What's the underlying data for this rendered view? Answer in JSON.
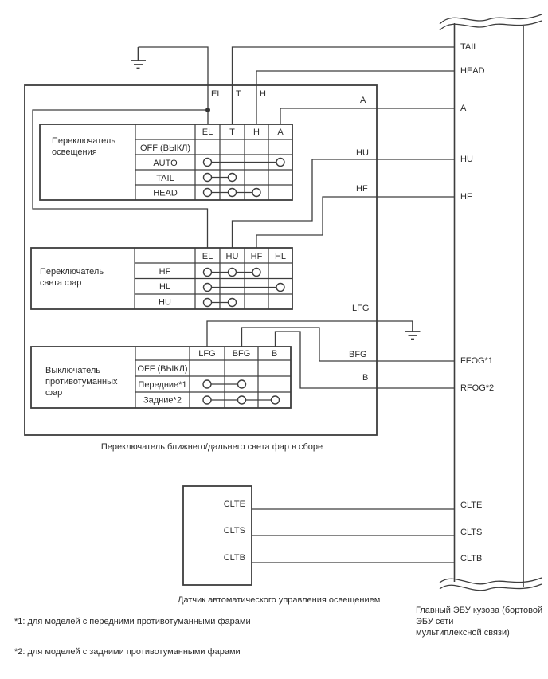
{
  "pins": {
    "el": "EL",
    "t": "T",
    "h": "H",
    "a": "A",
    "hu": "HU",
    "hf": "HF",
    "lfg": "LFG",
    "bfg": "BFG",
    "b": "B"
  },
  "bus": {
    "p_tail": "TAIL",
    "p_head": "HEAD",
    "p_a": "A",
    "p_hu": "HU",
    "p_hf": "HF",
    "p_ffog": "FFOG*1",
    "p_rfog": "RFOG*2",
    "p_clte": "CLTE",
    "p_clts": "CLTS",
    "p_cltb": "CLTB"
  },
  "t1": {
    "title1": "Переключатель",
    "title2": "освещения",
    "c1": "EL",
    "c2": "T",
    "c3": "H",
    "c4": "A",
    "r1": "OFF (ВЫКЛ)",
    "r2": "AUTO",
    "r3": "TAIL",
    "r4": "HEAD"
  },
  "t2": {
    "title1": "Переключатель",
    "title2": "света фар",
    "c1": "EL",
    "c2": "HU",
    "c3": "HF",
    "c4": "HL",
    "r1": "HF",
    "r2": "HL",
    "r3": "HU"
  },
  "t3": {
    "title1": "Выключатель",
    "title2": "противотуманных",
    "title3": "фар",
    "c1": "LFG",
    "c2": "BFG",
    "c3": "B",
    "r1": "OFF (ВЫКЛ)",
    "r2": "Передние*1",
    "r3": "Задние*2"
  },
  "sensor": {
    "caption": "Датчик автоматического управления освещением",
    "p1": "CLTE",
    "p2": "CLTS",
    "p3": "CLTB"
  },
  "ecu": {
    "line1": "Главный ЭБУ кузова (бортовой",
    "line2": "ЭБУ сети",
    "line3": "мультиплексной связи)"
  },
  "captions": {
    "assembly": "Переключатель ближнего/дальнего света фар в сборе"
  },
  "footnotes": {
    "f1": "*1: для моделей с передними противотуманными фарами",
    "f2": "*2: для моделей с задними противотуманными фарами"
  },
  "connections": {
    "light_switch": {
      "AUTO": [
        "EL",
        "A"
      ],
      "TAIL": [
        "EL",
        "T"
      ],
      "HEAD": [
        "EL",
        "T",
        "H"
      ]
    },
    "headlight_switch": {
      "HF": [
        "EL",
        "HU",
        "HF"
      ],
      "HL": [
        "EL",
        "HL"
      ],
      "HU": [
        "EL",
        "HU"
      ]
    },
    "fog_switch": {
      "Передние*1": [
        "LFG",
        "BFG"
      ],
      "Задние*2": [
        "LFG",
        "BFG",
        "B"
      ]
    },
    "grounds": [
      "EL",
      "LFG"
    ]
  },
  "colors": {
    "line": "#3d3d3d",
    "text": "#2b2b2b",
    "background": "#ffffff"
  }
}
